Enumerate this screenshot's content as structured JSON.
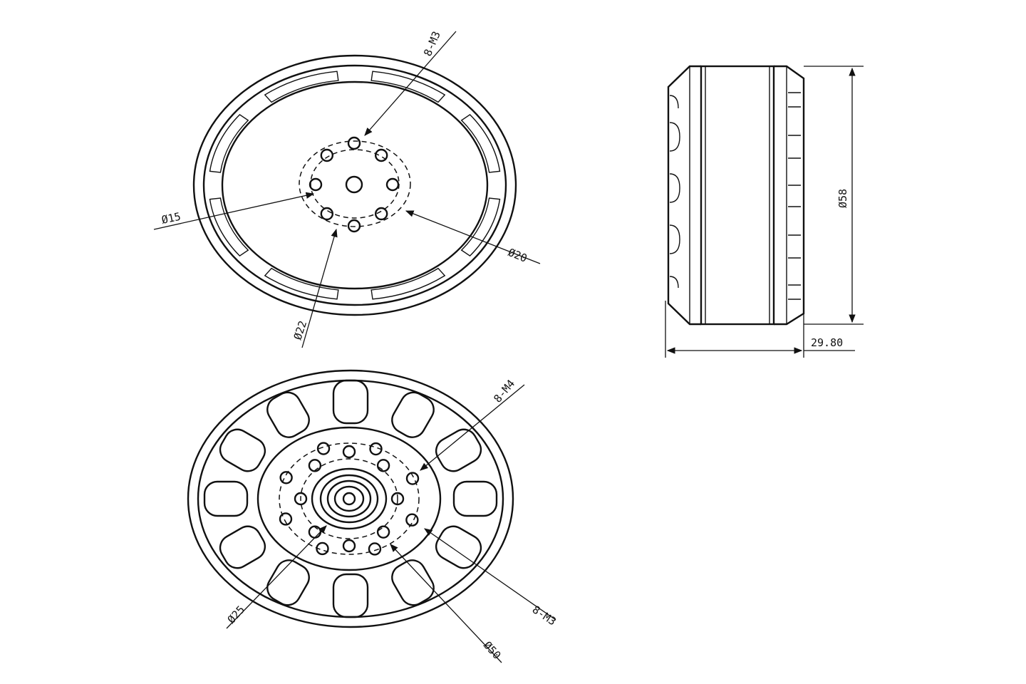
{
  "top_view": {
    "callouts": {
      "thread_top": "8-M3",
      "dia_15": "Ø15",
      "dia_20": "Ø20",
      "dia_22": "Ø22"
    }
  },
  "bottom_view": {
    "callouts": {
      "thread_m4": "8-M4",
      "thread_m3": "8-M3",
      "dia_25": "Ø25",
      "dia_50": "Ø50"
    }
  },
  "side_view": {
    "dims": {
      "diameter": "Ø58",
      "height": "29.80"
    }
  }
}
